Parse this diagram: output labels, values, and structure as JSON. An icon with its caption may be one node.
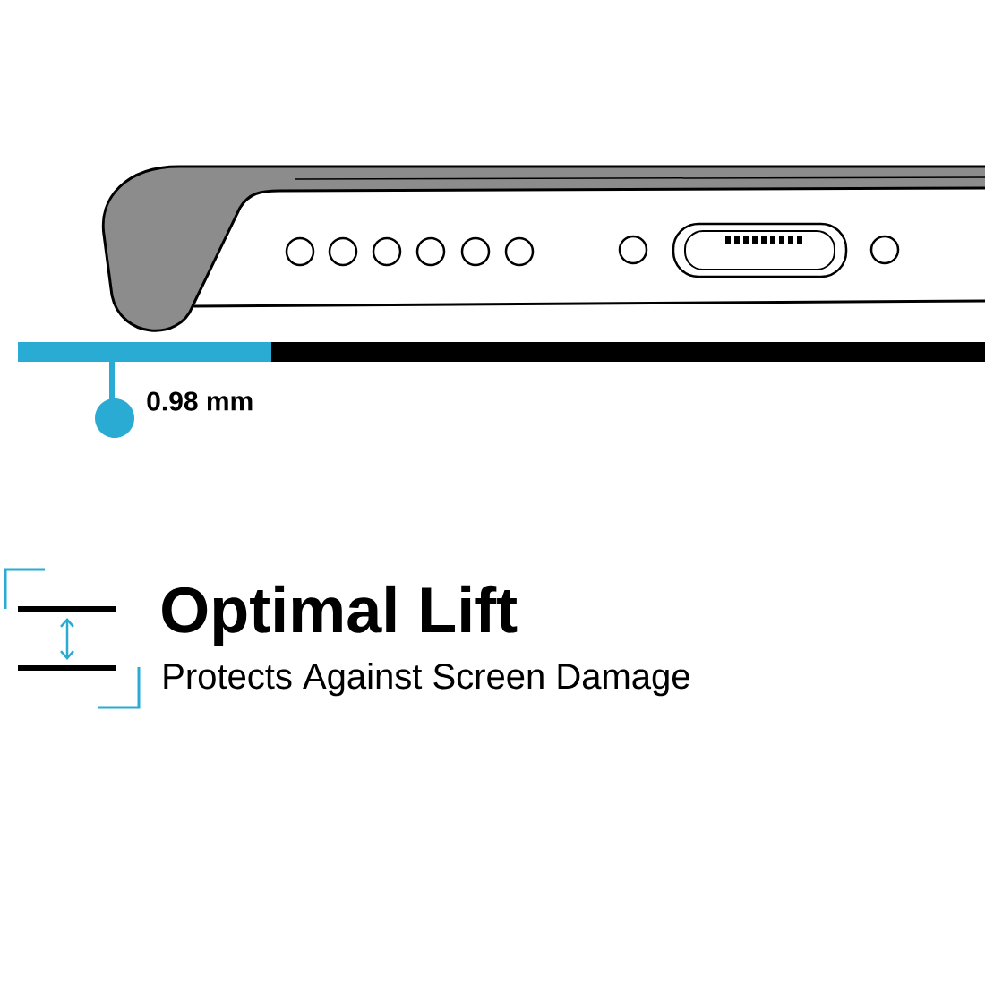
{
  "diagram": {
    "title": "Optimal Lift",
    "caption": "Protects Against Screen Damage",
    "labels": [
      "0.98 mm"
    ]
  }
}
